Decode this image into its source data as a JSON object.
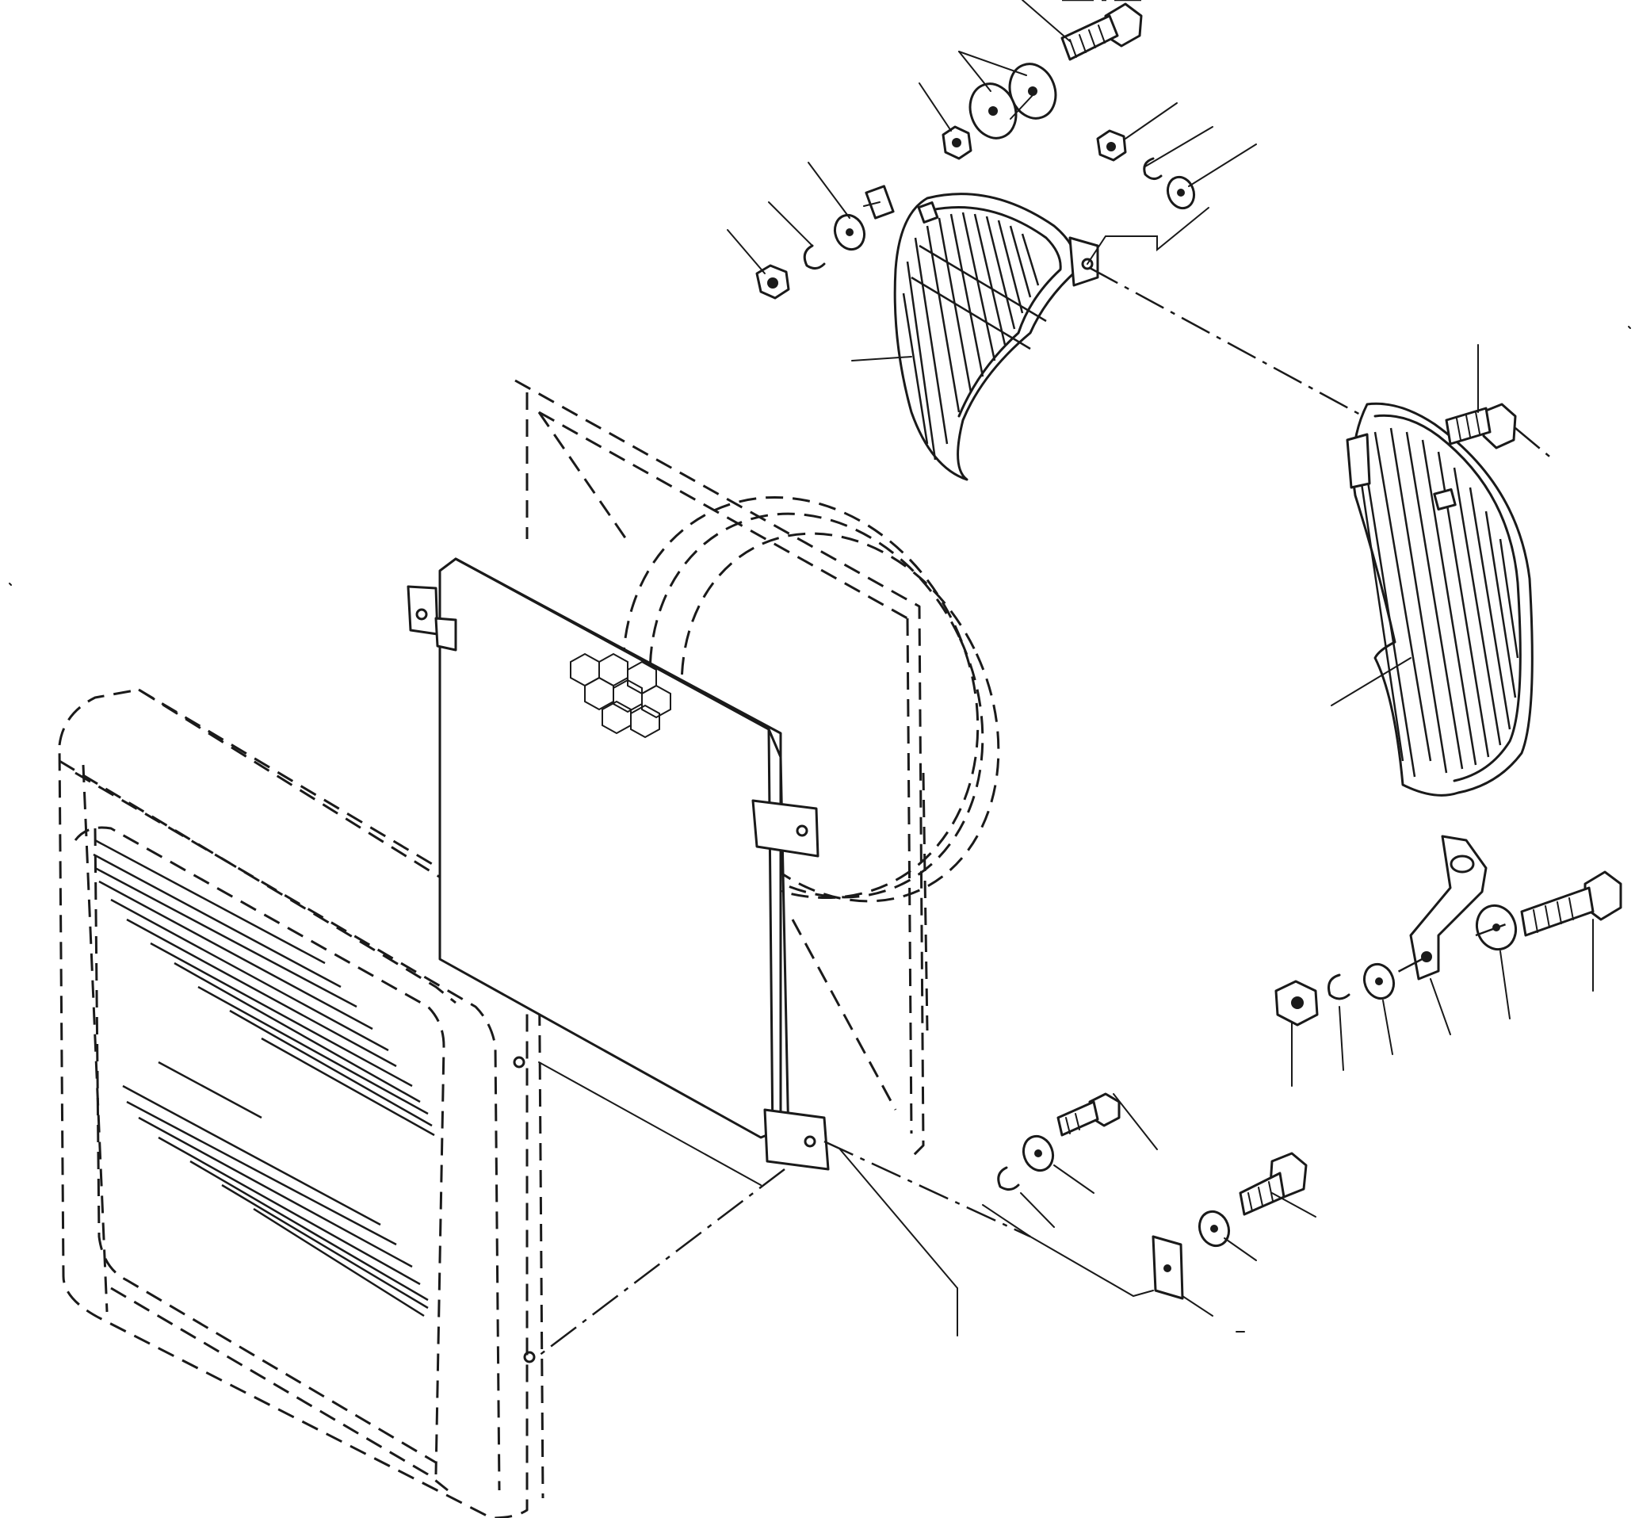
{
  "diagram": {
    "kind": "exploded-parts-view",
    "colors": {
      "ink": "#1a1a1a",
      "paper": "#ffffff"
    },
    "parts": [
      {
        "id": "radiator",
        "icon": "radiator-assembly-icon"
      },
      {
        "id": "shroud",
        "icon": "fan-shroud-icon"
      },
      {
        "id": "screen-panel",
        "icon": "mesh-screen-icon"
      },
      {
        "id": "upper-grille",
        "icon": "grille-guard-icon"
      },
      {
        "id": "side-grille",
        "icon": "grille-guard-icon"
      },
      {
        "id": "bracket",
        "icon": "mounting-bracket-icon"
      },
      {
        "id": "hardware",
        "icon": "bolt-washer-nut-icon"
      }
    ],
    "callout_count": 25
  }
}
